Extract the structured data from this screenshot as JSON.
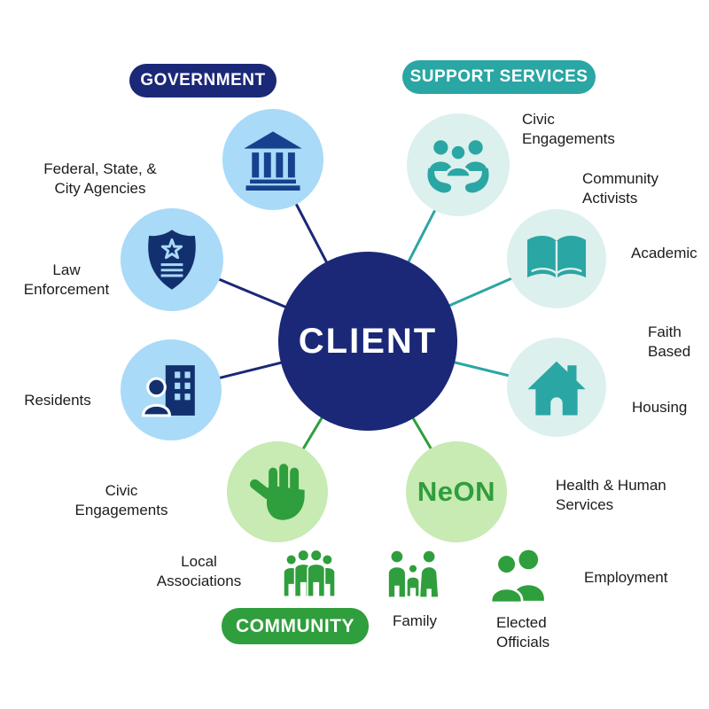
{
  "title": "Client network diagram",
  "colors": {
    "navy": "#1b2878",
    "navy_icon": "#15418e",
    "light_blue": "#a9daf8",
    "teal": "#2aa6a4",
    "light_teal": "#dcf0ee",
    "green": "#2f9e3c",
    "light_green": "#c8eab3",
    "text": "#1c1c1c",
    "background": "#ffffff"
  },
  "badges": {
    "government": "GOVERNMENT",
    "support_services": "SUPPORT SERVICES",
    "community": "COMMUNITY"
  },
  "center": {
    "label": "CLIENT"
  },
  "neon": {
    "label": "NeON"
  },
  "labels": {
    "federal_state_city": "Federal, State, &\nCity Agencies",
    "law_enforcement": "Law\nEnforcement",
    "residents": "Residents",
    "civic_engagements_left": "Civic\nEngagements",
    "local_associations": "Local\nAssociations",
    "civic_engagements_right": "Civic\nEngagements",
    "community_activists": "Community\nActivists",
    "academic": "Academic",
    "faith_based": "Faith\nBased",
    "housing": "Housing",
    "health_human_services": "Health & Human\nServices",
    "employment": "Employment",
    "elected_officials": "Elected\nOfficials",
    "family": "Family"
  },
  "icons": [
    "bank-icon",
    "police-shield-icon",
    "resident-building-icon",
    "hands-holding-people-icon",
    "open-book-icon",
    "house-icon",
    "raised-hand-icon",
    "people-group-icon",
    "family-icon",
    "two-people-icon"
  ]
}
